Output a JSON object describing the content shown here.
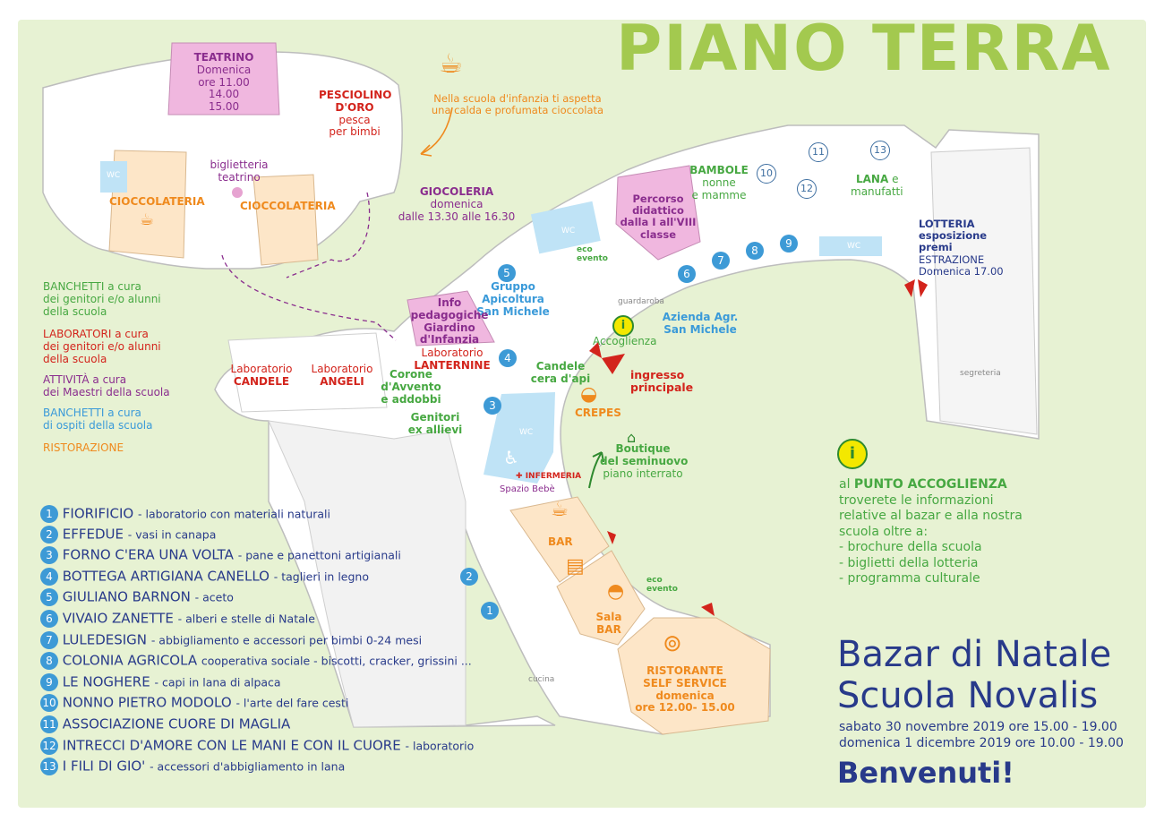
{
  "title": "PIANO TERRA",
  "rooms": {
    "teatrino": {
      "name": "TEATRINO",
      "day": "Domenica",
      "t1": "ore 11.00",
      "t2": "14.00",
      "t3": "15.00"
    },
    "pesciolino": {
      "name1": "PESCIOLINO",
      "name2": "D'ORO",
      "desc1": "pesca",
      "desc2": "per bimbi"
    },
    "biglietteria": {
      "l1": "biglietteria",
      "l2": "teatrino"
    },
    "cioccolateria_left": "CIOCCOLATERIA",
    "cioccolateria_right": "CIOCCOLATERIA",
    "wc_label": "WC",
    "cocoa_note": {
      "l1": "Nella scuola d'infanzia ti aspetta",
      "l2": "una calda e profumata cioccolata"
    },
    "giocoleria": {
      "name": "GIOCOLERIA",
      "l1": "domenica",
      "l2": "dalle 13.30 alle 16.30"
    },
    "percorso": {
      "l1": "Percorso",
      "l2": "didattico",
      "l3": "dalla I all'VIII",
      "l4": "classe"
    },
    "bambole": {
      "name": "BAMBOLE",
      "l1": "nonne",
      "l2": "e mamme"
    },
    "lana": {
      "name": "LANA",
      "l1": "e",
      "l2": "manufatti"
    },
    "lotteria": {
      "l1": "LOTTERIA",
      "l2": "esposizione",
      "l3": "premi",
      "l4": "ESTRAZIONE",
      "l5": "Domenica 17.00"
    },
    "segreteria": "segreteria",
    "guardaroba": "guardaroba",
    "eco": {
      "l1": "eco",
      "l2": "evento"
    },
    "apicoltura": {
      "l1": "Gruppo",
      "l2": "Apicoltura",
      "l3": "San Michele"
    },
    "info_ped": {
      "l1": "Info",
      "l2": "pedagogiche",
      "l3": "Giardino",
      "l4": "d'Infanzia"
    },
    "accoglienza": "Accoglienza",
    "azienda": {
      "l1": "Azienda Agr.",
      "l2": "San Michele"
    },
    "lab_candele": {
      "l1": "Laboratorio",
      "l2": "CANDELE"
    },
    "lab_angeli": {
      "l1": "Laboratorio",
      "l2": "ANGELI"
    },
    "lab_lanternine": {
      "l1": "Laboratorio",
      "l2": "LANTERNINE"
    },
    "corone": {
      "l1": "Corone",
      "l2": "d'Avvento",
      "l3": "e addobbi"
    },
    "candele_cera": {
      "l1": "Candele",
      "l2": "cera d'api"
    },
    "ingresso": {
      "l1": "ingresso",
      "l2": "principale"
    },
    "crepes": "CREPES",
    "genitori": {
      "l1": "Genitori",
      "l2": "ex allievi"
    },
    "boutique": {
      "l1": "Boutique",
      "l2": "del seminuovo",
      "l3": "piano interrato"
    },
    "infermeria": "INFERMERIA",
    "spazio_bebe": "Spazio Bebè",
    "bar": "BAR",
    "sala_bar": {
      "l1": "Sala",
      "l2": "BAR"
    },
    "ristorante": {
      "l1": "RISTORANTE",
      "l2": "SELF SERVICE",
      "l3": "domenica",
      "l4": "ore 12.00- 15.00"
    },
    "cucina": "cucina"
  },
  "key": [
    {
      "l1": "BANCHETTI a cura",
      "l2": "dei genitori e/o alunni",
      "l3": "della scuola",
      "color": "#47a842"
    },
    {
      "l1": "LABORATORI a cura",
      "l2": "dei genitori e/o alunni",
      "l3": "della scuola",
      "color": "#d3241c"
    },
    {
      "l1": "ATTIVITÀ a cura",
      "l2": "dei Maestri della scuola",
      "l3": "",
      "color": "#8a2d8e"
    },
    {
      "l1": "BANCHETTI a cura",
      "l2": "di ospiti della scuola",
      "l3": "",
      "color": "#3a9ad9"
    },
    {
      "l1": "RISTORAZIONE",
      "l2": "",
      "l3": "",
      "color": "#ef8a1e"
    }
  ],
  "exhibitors": [
    {
      "n": "1",
      "name": "FIORIFICIO",
      "desc": "- laboratorio con materiali naturali"
    },
    {
      "n": "2",
      "name": "EFFEDUE",
      "desc": "- vasi in canapa"
    },
    {
      "n": "3",
      "name": "FORNO C'ERA UNA VOLTA",
      "desc": "- pane e panettoni artigianali"
    },
    {
      "n": "4",
      "name": "BOTTEGA ARTIGIANA CANELLO",
      "desc": "- taglieri in legno"
    },
    {
      "n": "5",
      "name": "GIULIANO BARNON",
      "desc": "- aceto"
    },
    {
      "n": "6",
      "name": "VIVAIO ZANETTE",
      "desc": "- alberi e stelle di Natale"
    },
    {
      "n": "7",
      "name": "LULEDESIGN",
      "desc": "- abbigliamento e accessori per bimbi 0-24 mesi"
    },
    {
      "n": "8",
      "name": "COLONIA AGRICOLA",
      "desc": "cooperativa sociale - biscotti, cracker, grissini ..."
    },
    {
      "n": "9",
      "name": "LE NOGHERE",
      "desc": "- capi in lana di alpaca"
    },
    {
      "n": "10",
      "name": "NONNO PIETRO MODOLO",
      "desc": "- l'arte del fare  cesti"
    },
    {
      "n": "11",
      "name": "ASSOCIAZIONE CUORE DI MAGLIA",
      "desc": ""
    },
    {
      "n": "12",
      "name": "INTRECCI D'AMORE CON LE MANI E CON IL CUORE",
      "desc": "- laboratorio"
    },
    {
      "n": "13",
      "name": "I FILI DI GIO'",
      "desc": "- accessori d'abbigliamento in lana"
    }
  ],
  "info_point": {
    "l1a": "al ",
    "l1b": "PUNTO ACCOGLIENZA",
    "l2": "troverete le informazioni",
    "l3": "relative al bazar e alla nostra",
    "l4": "scuola oltre a:",
    "items": [
      "- brochure della scuola",
      "- biglietti della lotteria",
      "- programma culturale"
    ]
  },
  "event": {
    "title1": "Bazar di Natale",
    "title2": "Scuola Novalis",
    "date1": "sabato 30 novembre 2019 ore 15.00 - 19.00",
    "date2": "domenica 1 dicembre 2019 ore 10.00 - 19.00",
    "welcome": "Benvenuti!"
  },
  "colors": {
    "title": "#a3c94f",
    "background": "#e7f2d3",
    "number_badge": "#3d9ad6",
    "restaurant": "#fde6c8",
    "pink_room": "#f0b7df",
    "wc_blue": "#bfe3f6",
    "navy": "#283a8a"
  }
}
